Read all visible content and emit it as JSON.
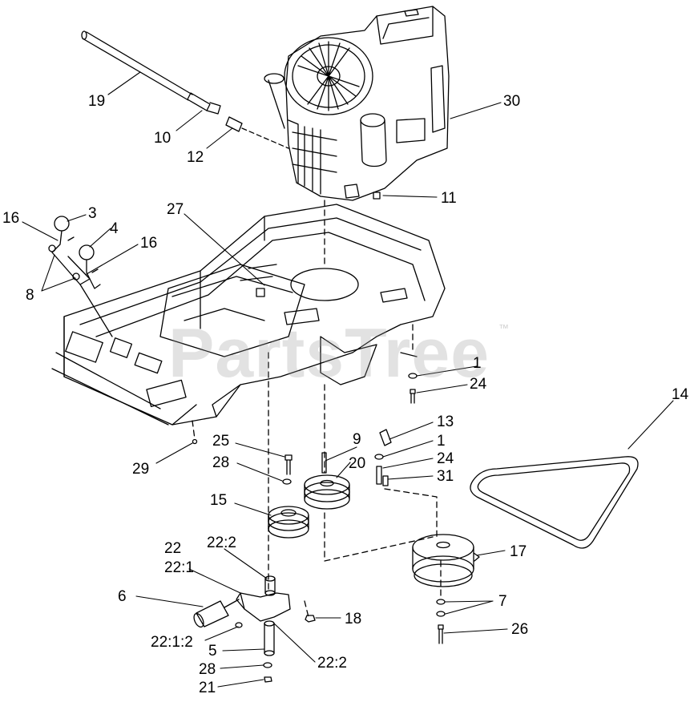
{
  "watermark": {
    "text": "PartsTree",
    "tm": "™"
  },
  "callouts": [
    {
      "id": "19",
      "text": "19"
    },
    {
      "id": "10",
      "text": "10"
    },
    {
      "id": "12",
      "text": "12"
    },
    {
      "id": "30",
      "text": "30"
    },
    {
      "id": "11",
      "text": "11"
    },
    {
      "id": "16a",
      "text": "16"
    },
    {
      "id": "3",
      "text": "3"
    },
    {
      "id": "4",
      "text": "4"
    },
    {
      "id": "16b",
      "text": "16"
    },
    {
      "id": "8",
      "text": "8"
    },
    {
      "id": "27",
      "text": "27"
    },
    {
      "id": "1a",
      "text": "1"
    },
    {
      "id": "24a",
      "text": "24"
    },
    {
      "id": "14",
      "text": "14"
    },
    {
      "id": "13",
      "text": "13"
    },
    {
      "id": "9",
      "text": "9"
    },
    {
      "id": "1b",
      "text": "1"
    },
    {
      "id": "24b",
      "text": "24"
    },
    {
      "id": "20",
      "text": "20"
    },
    {
      "id": "31",
      "text": "31"
    },
    {
      "id": "25",
      "text": "25"
    },
    {
      "id": "28a",
      "text": "28"
    },
    {
      "id": "29",
      "text": "29"
    },
    {
      "id": "15",
      "text": "15"
    },
    {
      "id": "17",
      "text": "17"
    },
    {
      "id": "22",
      "text": "22"
    },
    {
      "id": "22_1",
      "text": "22:1"
    },
    {
      "id": "22_2a",
      "text": "22:2"
    },
    {
      "id": "6",
      "text": "6"
    },
    {
      "id": "7",
      "text": "7"
    },
    {
      "id": "18",
      "text": "18"
    },
    {
      "id": "26",
      "text": "26"
    },
    {
      "id": "22_1_2",
      "text": "22:1:2"
    },
    {
      "id": "5",
      "text": "5"
    },
    {
      "id": "22_2b",
      "text": "22:2"
    },
    {
      "id": "28b",
      "text": "28"
    },
    {
      "id": "21",
      "text": "21"
    }
  ]
}
